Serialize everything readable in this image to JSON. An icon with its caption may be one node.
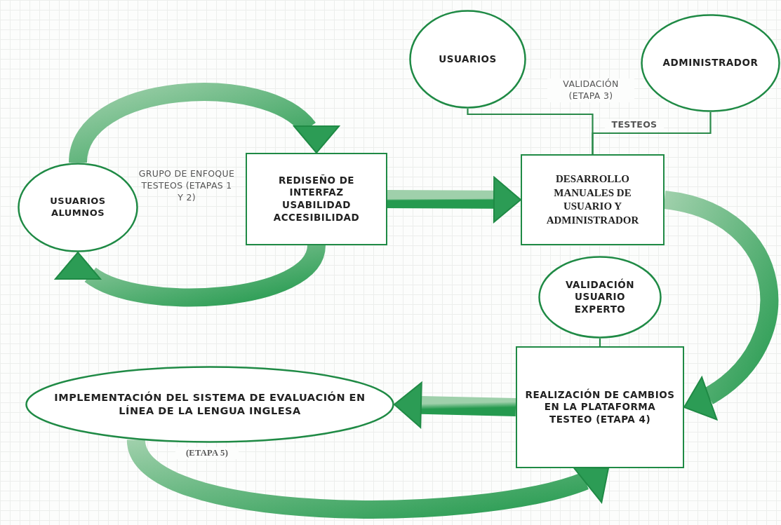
{
  "diagram": {
    "nodes": [
      {
        "text": [
          "USUARIOS ALUMNOS"
        ]
      },
      {
        "text": [
          "REDISEÑO DE INTERFAZ USABILIDAD ACCESIBILIDAD"
        ]
      },
      {
        "text": [
          "USUARIOS"
        ]
      },
      {
        "text": [
          "ADMINISTRADOR"
        ]
      },
      {
        "text": [
          "DESARROLLO MANUALES DE USUARIO Y ADMINISTRADOR"
        ]
      },
      {
        "text": [
          "VALIDACIÓN USUARIO EXPERTO"
        ]
      },
      {
        "text": [
          "REALIZACIÓN DE CAMBIOS EN LA PLATAFORMA TESTEO (ETAPA 4)"
        ]
      },
      {
        "text": [
          "IMPLEMENTACIÓN DEL SISTEMA DE EVALUACIÓN EN LÍNEA DE LA LENGUA INGLESA"
        ]
      }
    ],
    "edges": [
      {
        "from": 0,
        "to": 1,
        "arrow": "to",
        "style": "thick"
      },
      {
        "from": 1,
        "to": 0,
        "arrow": "to",
        "style": "thick"
      },
      {
        "from": 1,
        "to": 4,
        "arrow": "to",
        "style": "thick"
      },
      {
        "from": 2,
        "to": 4,
        "arrow": "none",
        "label": "VALIDACIÓN (ETAPA 3)"
      },
      {
        "from": 3,
        "to": 4,
        "arrow": "none",
        "label": "TESTEOS"
      },
      {
        "from": 4,
        "to": 6,
        "arrow": "to",
        "style": "thick"
      },
      {
        "from": 5,
        "to": 6,
        "arrow": "none"
      },
      {
        "from": 6,
        "to": 7,
        "arrow": "to",
        "style": "thick"
      },
      {
        "from": 7,
        "to": 6,
        "arrow": "to",
        "style": "thick"
      }
    ],
    "labels": [
      "GRUPO DE ENFOQUE TESTEOS (ETAPAS 1 Y 2)",
      "(ETAPA 5)"
    ]
  }
}
